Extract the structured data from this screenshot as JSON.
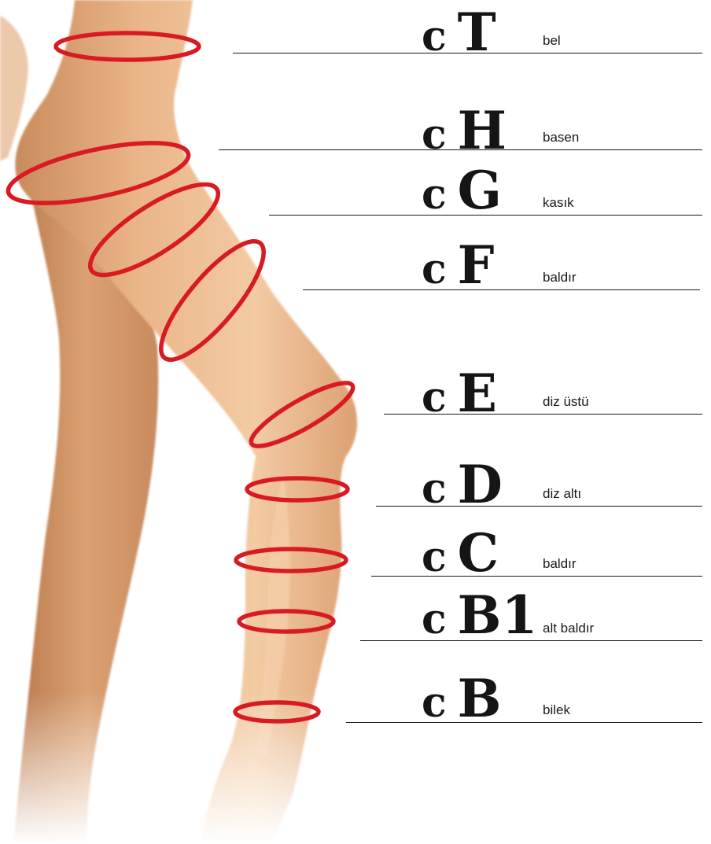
{
  "colors": {
    "ring": "#d81b22",
    "skin_light": "#f2c9a1",
    "skin_mid": "#e2a87a",
    "skin_dark": "#c98b5c",
    "text": "#151515"
  },
  "measurements": [
    {
      "prefix": "c",
      "letter": "T",
      "label": "bel"
    },
    {
      "prefix": "c",
      "letter": "H",
      "label": "basen"
    },
    {
      "prefix": "c",
      "letter": "G",
      "label": "kasık"
    },
    {
      "prefix": "c",
      "letter": "F",
      "label": "baldır"
    },
    {
      "prefix": "c",
      "letter": "E",
      "label": "diz üstü"
    },
    {
      "prefix": "c",
      "letter": "D",
      "label": "diz altı"
    },
    {
      "prefix": "c",
      "letter": "C",
      "label": "baldır"
    },
    {
      "prefix": "c",
      "letter": "B1",
      "label": "alt baldır"
    },
    {
      "prefix": "c",
      "letter": "B",
      "label": "bilek"
    }
  ]
}
